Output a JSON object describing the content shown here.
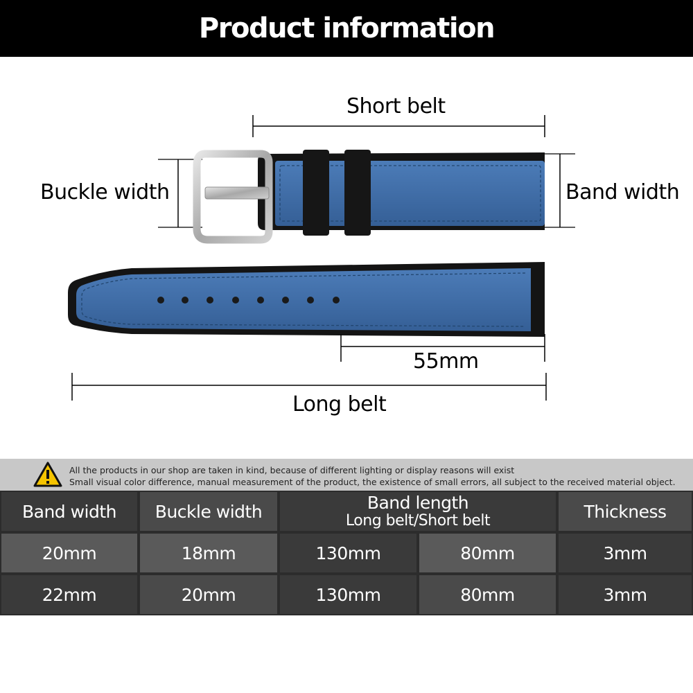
{
  "banner": {
    "title": "Product information"
  },
  "diagram": {
    "labels": {
      "short_belt": "Short belt",
      "buckle_width": "Buckle width",
      "band_width": "Band width",
      "tail_length": "55mm",
      "long_belt": "Long belt"
    },
    "colors": {
      "leather": "#3f6ea8",
      "rubber": "#141414",
      "buckle": "#b8b8b8"
    }
  },
  "notice": {
    "icon": "warning-triangle-icon",
    "line1": "All the products in our shop are taken in kind, because of different lighting or display reasons will exist",
    "line2": "Small visual color difference, manual measurement of the product, the existence of small errors, all subject to the received material object."
  },
  "table": {
    "headers": {
      "band_width": "Band width",
      "buckle_width": "Buckle width",
      "band_length": "Band length",
      "band_length_sub": "Long belt/Short belt",
      "thickness": "Thickness"
    },
    "rows": [
      {
        "band_width": "20mm",
        "buckle_width": "18mm",
        "long_belt": "130mm",
        "short_belt": "80mm",
        "thickness": "3mm"
      },
      {
        "band_width": "22mm",
        "buckle_width": "20mm",
        "long_belt": "130mm",
        "short_belt": "80mm",
        "thickness": "3mm"
      }
    ]
  }
}
